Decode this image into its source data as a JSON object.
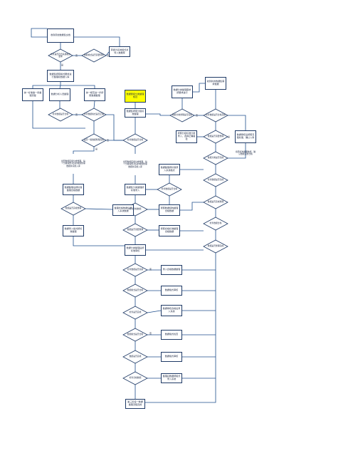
{
  "diagram": {
    "colors": {
      "line": "#1f4e8c",
      "border": "#1f3a66",
      "highlight": "#ffff00"
    },
    "nodes": {
      "n_start": "收到原始数据集文档",
      "n_conv_proc": "转换为系统格式并导入数据库",
      "n_main": "数据集按照格式要求进行整理和数据入库",
      "n_lvA": "统一标准第一条整理流程",
      "n_lvB": "数据分析人员整理",
      "n_lvC": "统一规范进一步按照数据整理",
      "n_yellow": "数据层级分类整理规范",
      "n_after_yellow": "数据集按照分级标准整理",
      "n_right_top": "收到新的数据集需求数据",
      "n_r2": "数据分类整理需求按要求进行",
      "n_p1": "按照分级标准分类录入，选择正确路径",
      "n_p2": "数据审核后按照流程处理，确认入库",
      "n_l1": "数据整理后按标准整理合格数据",
      "n_l2": "整理合格数据后录入系统数据",
      "n_l3": "数据录入格式按标准整理",
      "n_m1": "数据集分类整理按标准录入",
      "n_m2": "数据整理按标准录入系统格式",
      "n_m3": "按照数据结构整理合格数据",
      "n_mid_a": "按照合格标准整理合格数据",
      "n_m4": "数据分类整理后按标准审核",
      "n_m5": "整理后数据按格式录入系统",
      "n_c1": "录入合格数据整理",
      "n_c2": "数据格式审核",
      "n_c3": "数据审核合格后录入系统",
      "n_c4": "数据格式检查",
      "n_c5": "数据格式审核",
      "n_end": "第三阶段一数据整理流程完成"
    },
    "decisions": {
      "d1": "检查是否符合系统格式要求",
      "d2": "数据格式是否需要转换",
      "dA": "检查数据是否合格",
      "dB": "检查数据格式是否正确",
      "dM": "是否一级数据整理完成",
      "dM2": "检查数据是否合格",
      "dR1": "数据分类整理是否完成",
      "dR2": "检查数据是否合格完成",
      "dR3": "数据是否需要整理",
      "dR4": "数据分类是否完成",
      "dR5": "检查数据是否完成",
      "dR6": "数据是否完成整理",
      "dR7": "检查数据合格",
      "dR8": "数据是否整理完成",
      "dL1": "数据是否完成整理",
      "dM3": "检查数据是否合格",
      "dM4": "检查合格数据",
      "dM5": "数据是否需要整理",
      "dC1": "检查数据是否完成",
      "dC2": "数据格式是否合格",
      "dC3": "检查是否完成",
      "dC4": "数据格式是否合格",
      "dC5": "数据是否完成",
      "dC6": "检查合格数据"
    },
    "texts": {
      "t_l1": "按照数据层级分类整理，每个分级按照对应的规则整理数据并完成入库",
      "t_m1": "按照数据层级分类整理，每个分级按照对应的规则整理数据并完成入库",
      "t_r1": "按照标准整理数据，确认数据完整合格"
    },
    "edge_labels": {
      "yes": "是",
      "no": "否"
    }
  }
}
